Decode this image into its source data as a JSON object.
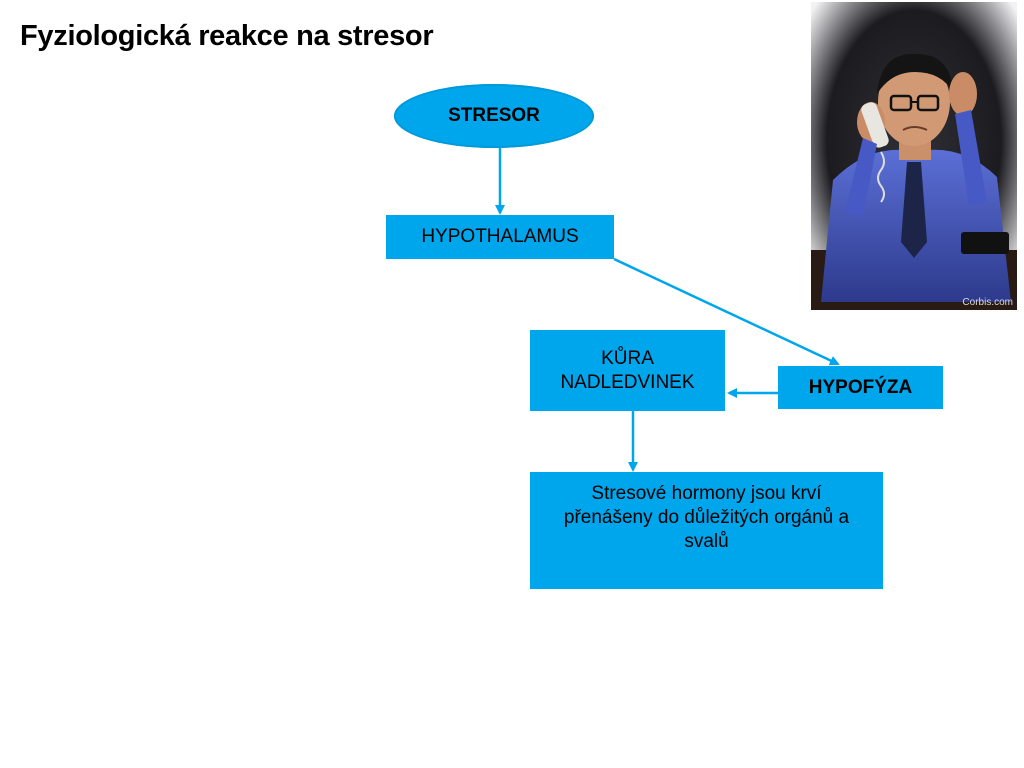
{
  "slide": {
    "title": "Fyziologická reakce na stresor"
  },
  "diagram": {
    "nodes": {
      "stresor": "STRESOR",
      "hypothalamus": "HYPOTHALAMUS",
      "kura_nadledvinek": "KŮRA NADLEDVINEK",
      "hypofyza": "HYPOFÝZA",
      "hormony": "Stresové hormony jsou krví přenášeny do důležitých orgánů a svalů"
    },
    "colors": {
      "node_fill": "#00a6ec",
      "arrow": "#00a6ec",
      "text": "#000000"
    }
  },
  "photo": {
    "subject": "stressed businessman on phone",
    "watermark": "Corbis.com"
  }
}
